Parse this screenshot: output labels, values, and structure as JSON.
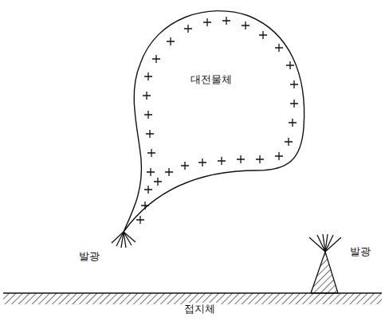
{
  "diagram": {
    "nodes": [
      {
        "text": [
          "대전물체"
        ]
      },
      {
        "text": [
          "접지체"
        ]
      }
    ],
    "labels": [
      "발광",
      "발광"
    ]
  }
}
